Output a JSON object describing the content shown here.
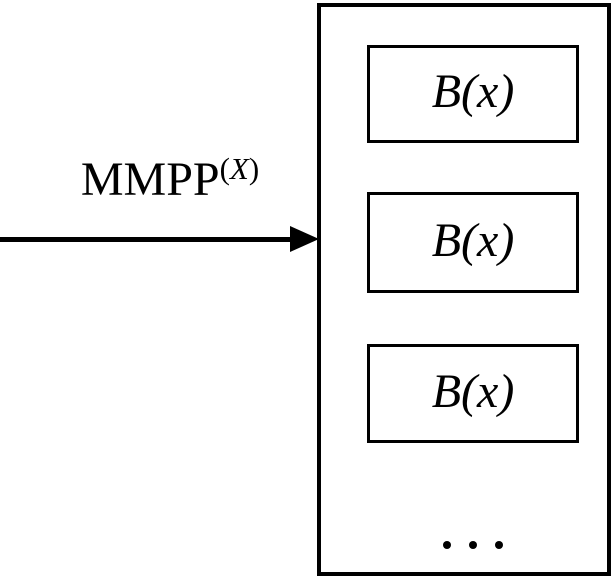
{
  "diagram": {
    "arrow": {
      "label_base": "MMPP",
      "sup_open": "(",
      "sup_var": "X",
      "sup_close": ")"
    },
    "container": {
      "boxes": [
        {
          "label": "B(x)"
        },
        {
          "label": "B(x)"
        },
        {
          "label": "B(x)"
        }
      ]
    },
    "colors": {
      "stroke": "#000000",
      "background": "#ffffff"
    }
  }
}
